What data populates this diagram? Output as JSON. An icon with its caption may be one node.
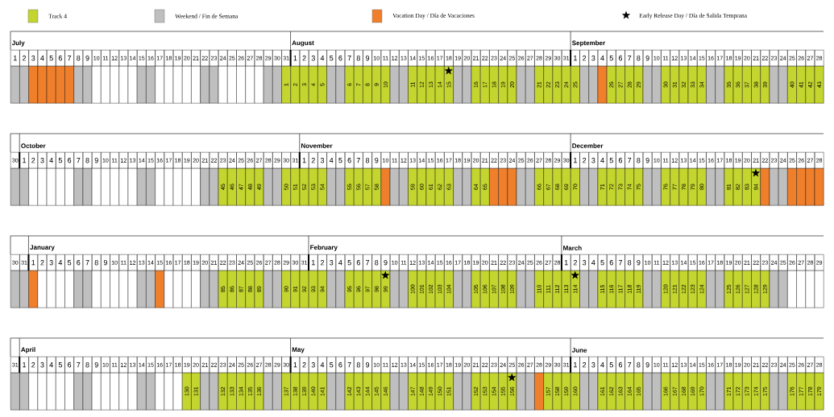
{
  "diagram": {
    "legend": [
      {
        "text": "Track 4",
        "color": "#c3d52e"
      },
      {
        "text": "Weekend / Fin de Semana",
        "color": "#bfbfbf"
      },
      {
        "text": "Vacation Day / Día de Vacaciones",
        "color": "#f07f2c"
      },
      {
        "text": "Early Release Day / Día de Salida Temprana"
      }
    ],
    "labels": [
      "July",
      "August",
      "September",
      "1",
      "2",
      "3",
      "4",
      "5",
      "6",
      "7",
      "8",
      "9",
      "10",
      "11",
      "12",
      "13",
      "14",
      "15",
      "16",
      "17",
      "18",
      "19",
      "20",
      "21",
      "22",
      "23",
      "24",
      "25",
      "26",
      "27",
      "28",
      "29",
      "30",
      "31",
      "1",
      "2",
      "3",
      "4",
      "5",
      "6",
      "7",
      "8",
      "9",
      "10",
      "11",
      "12",
      "13",
      "14",
      "15",
      "16",
      "17",
      "18",
      "19",
      "20",
      "21",
      "22",
      "23",
      "24",
      "25",
      "26",
      "27",
      "28",
      "29",
      "30",
      "31",
      "1",
      "2",
      "3",
      "4",
      "5",
      "6",
      "7",
      "8",
      "9",
      "10",
      "11",
      "12",
      "13",
      "14",
      "15",
      "16",
      "17",
      "18",
      "19",
      "20",
      "21",
      "22",
      "23",
      "24",
      "25",
      "26",
      "27",
      "28",
      "1",
      "2",
      "3",
      "4",
      "5",
      "6",
      "7",
      "8",
      "9",
      "10",
      "11",
      "12",
      "13",
      "14",
      "15",
      "16",
      "17",
      "18",
      "19",
      "20",
      "21",
      "22",
      "23",
      "24",
      "25",
      "26",
      "27",
      "28",
      "29",
      "30",
      "31",
      "32",
      "33",
      "34",
      "35",
      "36",
      "37",
      "38",
      "39",
      "40",
      "41",
      "42",
      "43",
      "October",
      "November",
      "December",
      "30",
      "1",
      "2",
      "3",
      "4",
      "5",
      "6",
      "7",
      "8",
      "9",
      "10",
      "11",
      "12",
      "13",
      "14",
      "15",
      "16",
      "17",
      "18",
      "19",
      "20",
      "21",
      "22",
      "23",
      "24",
      "25",
      "26",
      "27",
      "28",
      "29",
      "30",
      "31",
      "1",
      "2",
      "3",
      "4",
      "5",
      "6",
      "7",
      "8",
      "9",
      "10",
      "11",
      "12",
      "13",
      "14",
      "15",
      "16",
      "17",
      "18",
      "19",
      "20",
      "21",
      "22",
      "23",
      "24",
      "25",
      "26",
      "27",
      "28",
      "29",
      "30",
      "1",
      "2",
      "3",
      "4",
      "5",
      "6",
      "7",
      "8",
      "9",
      "10",
      "11",
      "12",
      "13",
      "14",
      "15",
      "16",
      "17",
      "18",
      "19",
      "20",
      "21",
      "22",
      "23",
      "24",
      "25",
      "26",
      "27",
      "28",
      "45",
      "46",
      "47",
      "48",
      "49",
      "50",
      "51",
      "52",
      "53",
      "54",
      "55",
      "56",
      "57",
      "58",
      "59",
      "60",
      "61",
      "62",
      "63",
      "64",
      "65",
      "66",
      "67",
      "68",
      "69",
      "70",
      "71",
      "72",
      "73",
      "74",
      "75",
      "76",
      "77",
      "78",
      "79",
      "80",
      "81",
      "82",
      "83",
      "84",
      "January",
      "February",
      "March",
      "30",
      "31",
      "1",
      "2",
      "3",
      "4",
      "5",
      "6",
      "7",
      "8",
      "9",
      "10",
      "11",
      "12",
      "13",
      "14",
      "15",
      "16",
      "17",
      "18",
      "19",
      "20",
      "21",
      "22",
      "23",
      "24",
      "25",
      "26",
      "27",
      "28",
      "29",
      "30",
      "31",
      "1",
      "2",
      "3",
      "4",
      "5",
      "6",
      "7",
      "8",
      "9",
      "10",
      "11",
      "12",
      "13",
      "14",
      "15",
      "16",
      "17",
      "18",
      "19",
      "20",
      "21",
      "22",
      "23",
      "24",
      "25",
      "26",
      "27",
      "28",
      "1",
      "2",
      "3",
      "4",
      "5",
      "6",
      "7",
      "8",
      "9",
      "10",
      "11",
      "12",
      "13",
      "14",
      "15",
      "16",
      "17",
      "18",
      "19",
      "20",
      "21",
      "22",
      "23",
      "24",
      "25",
      "26",
      "27",
      "28",
      "29",
      "85",
      "86",
      "87",
      "88",
      "89",
      "90",
      "91",
      "92",
      "93",
      "94",
      "95",
      "96",
      "97",
      "98",
      "99",
      "100",
      "101",
      "102",
      "103",
      "104",
      "105",
      "106",
      "107",
      "108",
      "109",
      "110",
      "111",
      "112",
      "113",
      "114",
      "115",
      "116",
      "117",
      "118",
      "119",
      "120",
      "121",
      "122",
      "123",
      "124",
      "125",
      "126",
      "127",
      "128",
      "129",
      "April",
      "May",
      "June",
      "31",
      "1",
      "2",
      "3",
      "4",
      "5",
      "6",
      "7",
      "8",
      "9",
      "10",
      "11",
      "12",
      "13",
      "14",
      "15",
      "16",
      "17",
      "18",
      "19",
      "20",
      "21",
      "22",
      "23",
      "24",
      "25",
      "26",
      "27",
      "28",
      "29",
      "30",
      "1",
      "2",
      "3",
      "4",
      "5",
      "6",
      "7",
      "8",
      "9",
      "10",
      "11",
      "12",
      "13",
      "14",
      "15",
      "16",
      "17",
      "18",
      "19",
      "20",
      "21",
      "22",
      "23",
      "24",
      "25",
      "26",
      "27",
      "28",
      "29",
      "30",
      "31",
      "1",
      "2",
      "3",
      "4",
      "5",
      "6",
      "7",
      "8",
      "9",
      "10",
      "11",
      "12",
      "13",
      "14",
      "15",
      "16",
      "17",
      "18",
      "19",
      "20",
      "21",
      "22",
      "23",
      "24",
      "25",
      "26",
      "27",
      "28",
      "130",
      "131",
      "132",
      "133",
      "134",
      "135",
      "136",
      "137",
      "138",
      "139",
      "140",
      "141",
      "142",
      "143",
      "144",
      "145",
      "146",
      "147",
      "148",
      "149",
      "150",
      "151",
      "152",
      "153",
      "154",
      "155",
      "156",
      "157",
      "158",
      "159",
      "160",
      "161",
      "162",
      "163",
      "164",
      "165",
      "166",
      "167",
      "168",
      "169",
      "170",
      "171",
      "172",
      "173",
      "174",
      "175",
      "176",
      "177",
      "178",
      "179"
    ]
  }
}
